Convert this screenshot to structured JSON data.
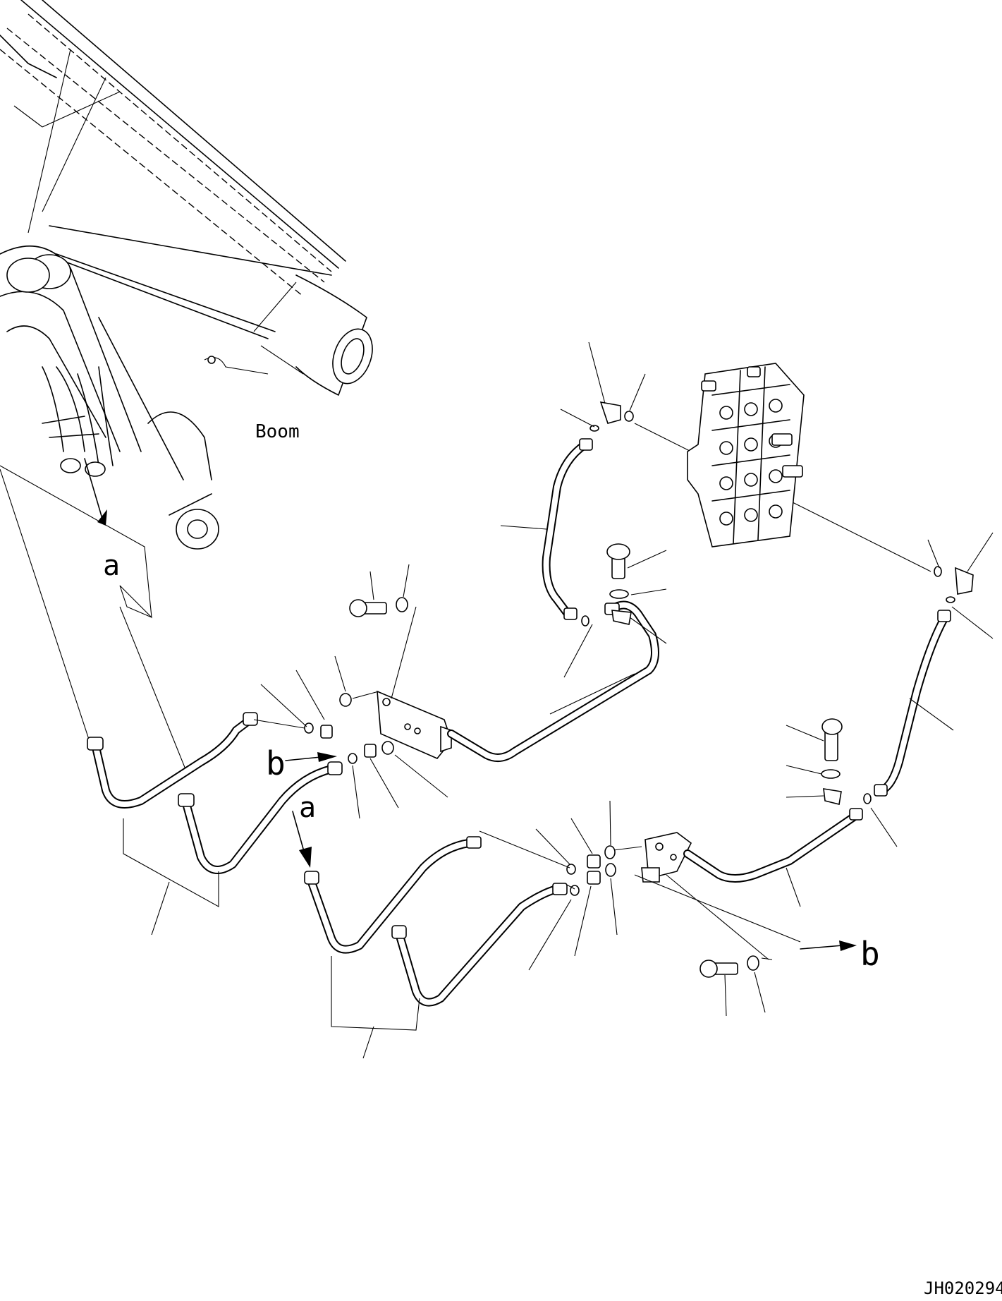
{
  "labels": {
    "boom": "Boom",
    "ref_a": "a",
    "ref_b": "b",
    "drawing_number": "JH020294"
  }
}
